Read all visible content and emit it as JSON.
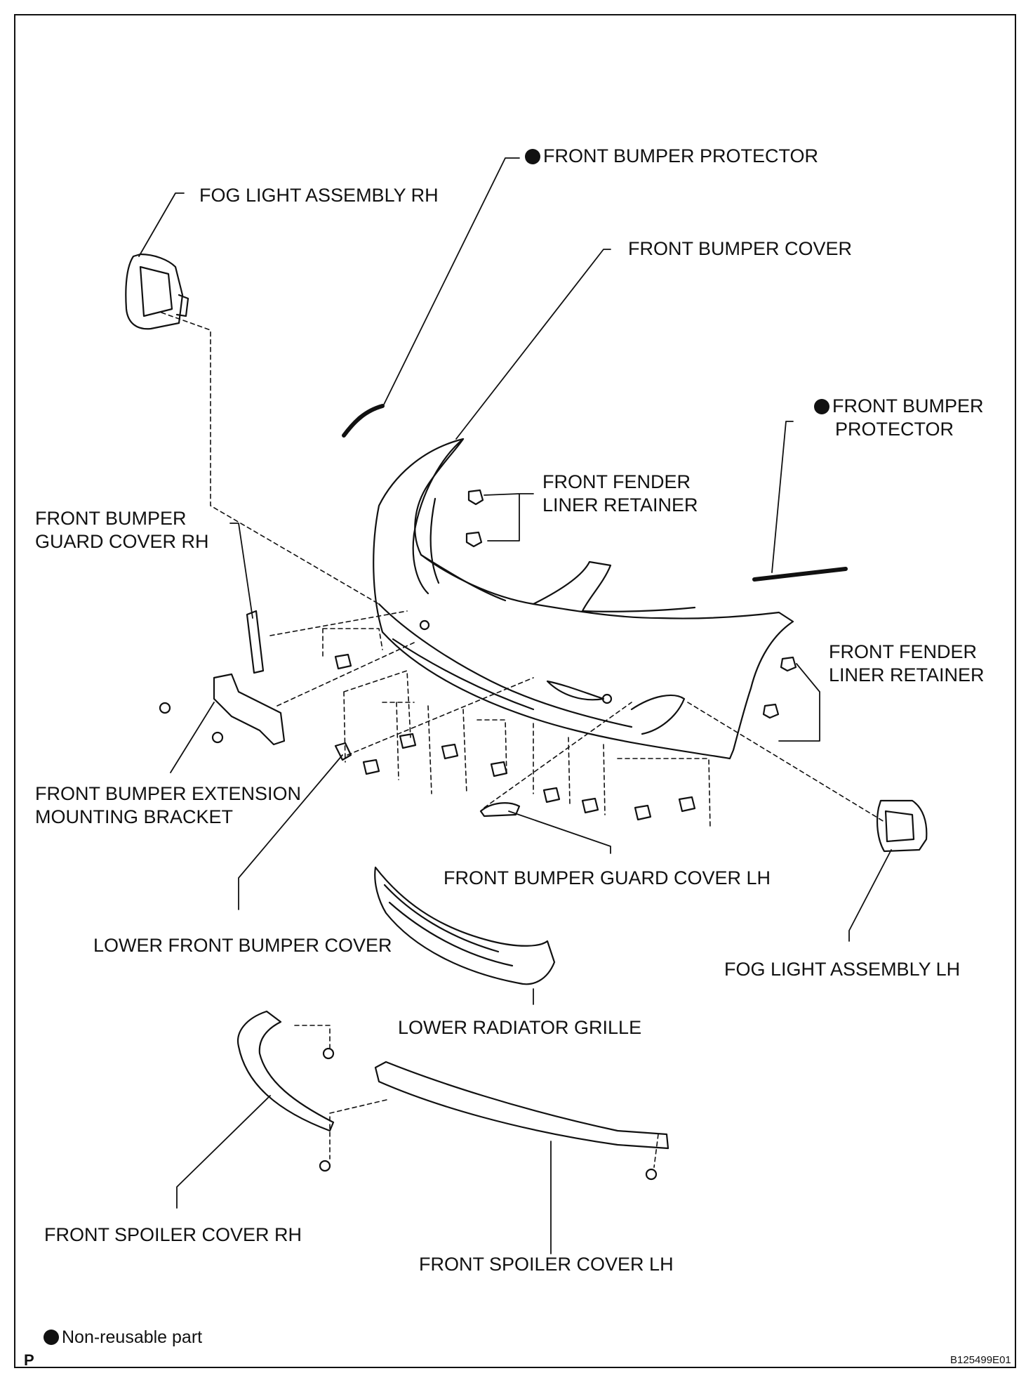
{
  "labels": {
    "front_bumper_protector_top": "FRONT BUMPER PROTECTOR",
    "fog_light_rh": "FOG LIGHT ASSEMBLY RH",
    "front_bumper_cover": "FRONT BUMPER COVER",
    "front_bumper_protector_right_line1": "FRONT BUMPER",
    "front_bumper_protector_right_line2": "PROTECTOR",
    "fender_liner_retainer_upper_line1": "FRONT FENDER",
    "fender_liner_retainer_upper_line2": "LINER RETAINER",
    "guard_cover_rh_line1": "FRONT BUMPER",
    "guard_cover_rh_line2": "GUARD COVER RH",
    "fender_liner_retainer_right_line1": "FRONT FENDER",
    "fender_liner_retainer_right_line2": "LINER RETAINER",
    "extension_bracket_line1": "FRONT BUMPER EXTENSION",
    "extension_bracket_line2": "MOUNTING BRACKET",
    "guard_cover_lh": "FRONT BUMPER GUARD COVER LH",
    "lower_front_bumper_cover": "LOWER FRONT BUMPER COVER",
    "fog_light_lh": "FOG LIGHT ASSEMBLY LH",
    "lower_radiator_grille": "LOWER RADIATOR GRILLE",
    "front_spoiler_cover_rh": "FRONT SPOILER COVER RH",
    "front_spoiler_cover_lh": "FRONT SPOILER COVER LH"
  },
  "legend": {
    "text": "Non-reusable part"
  },
  "footer": {
    "page_letter": "P",
    "figure_code": "B125499E01"
  }
}
